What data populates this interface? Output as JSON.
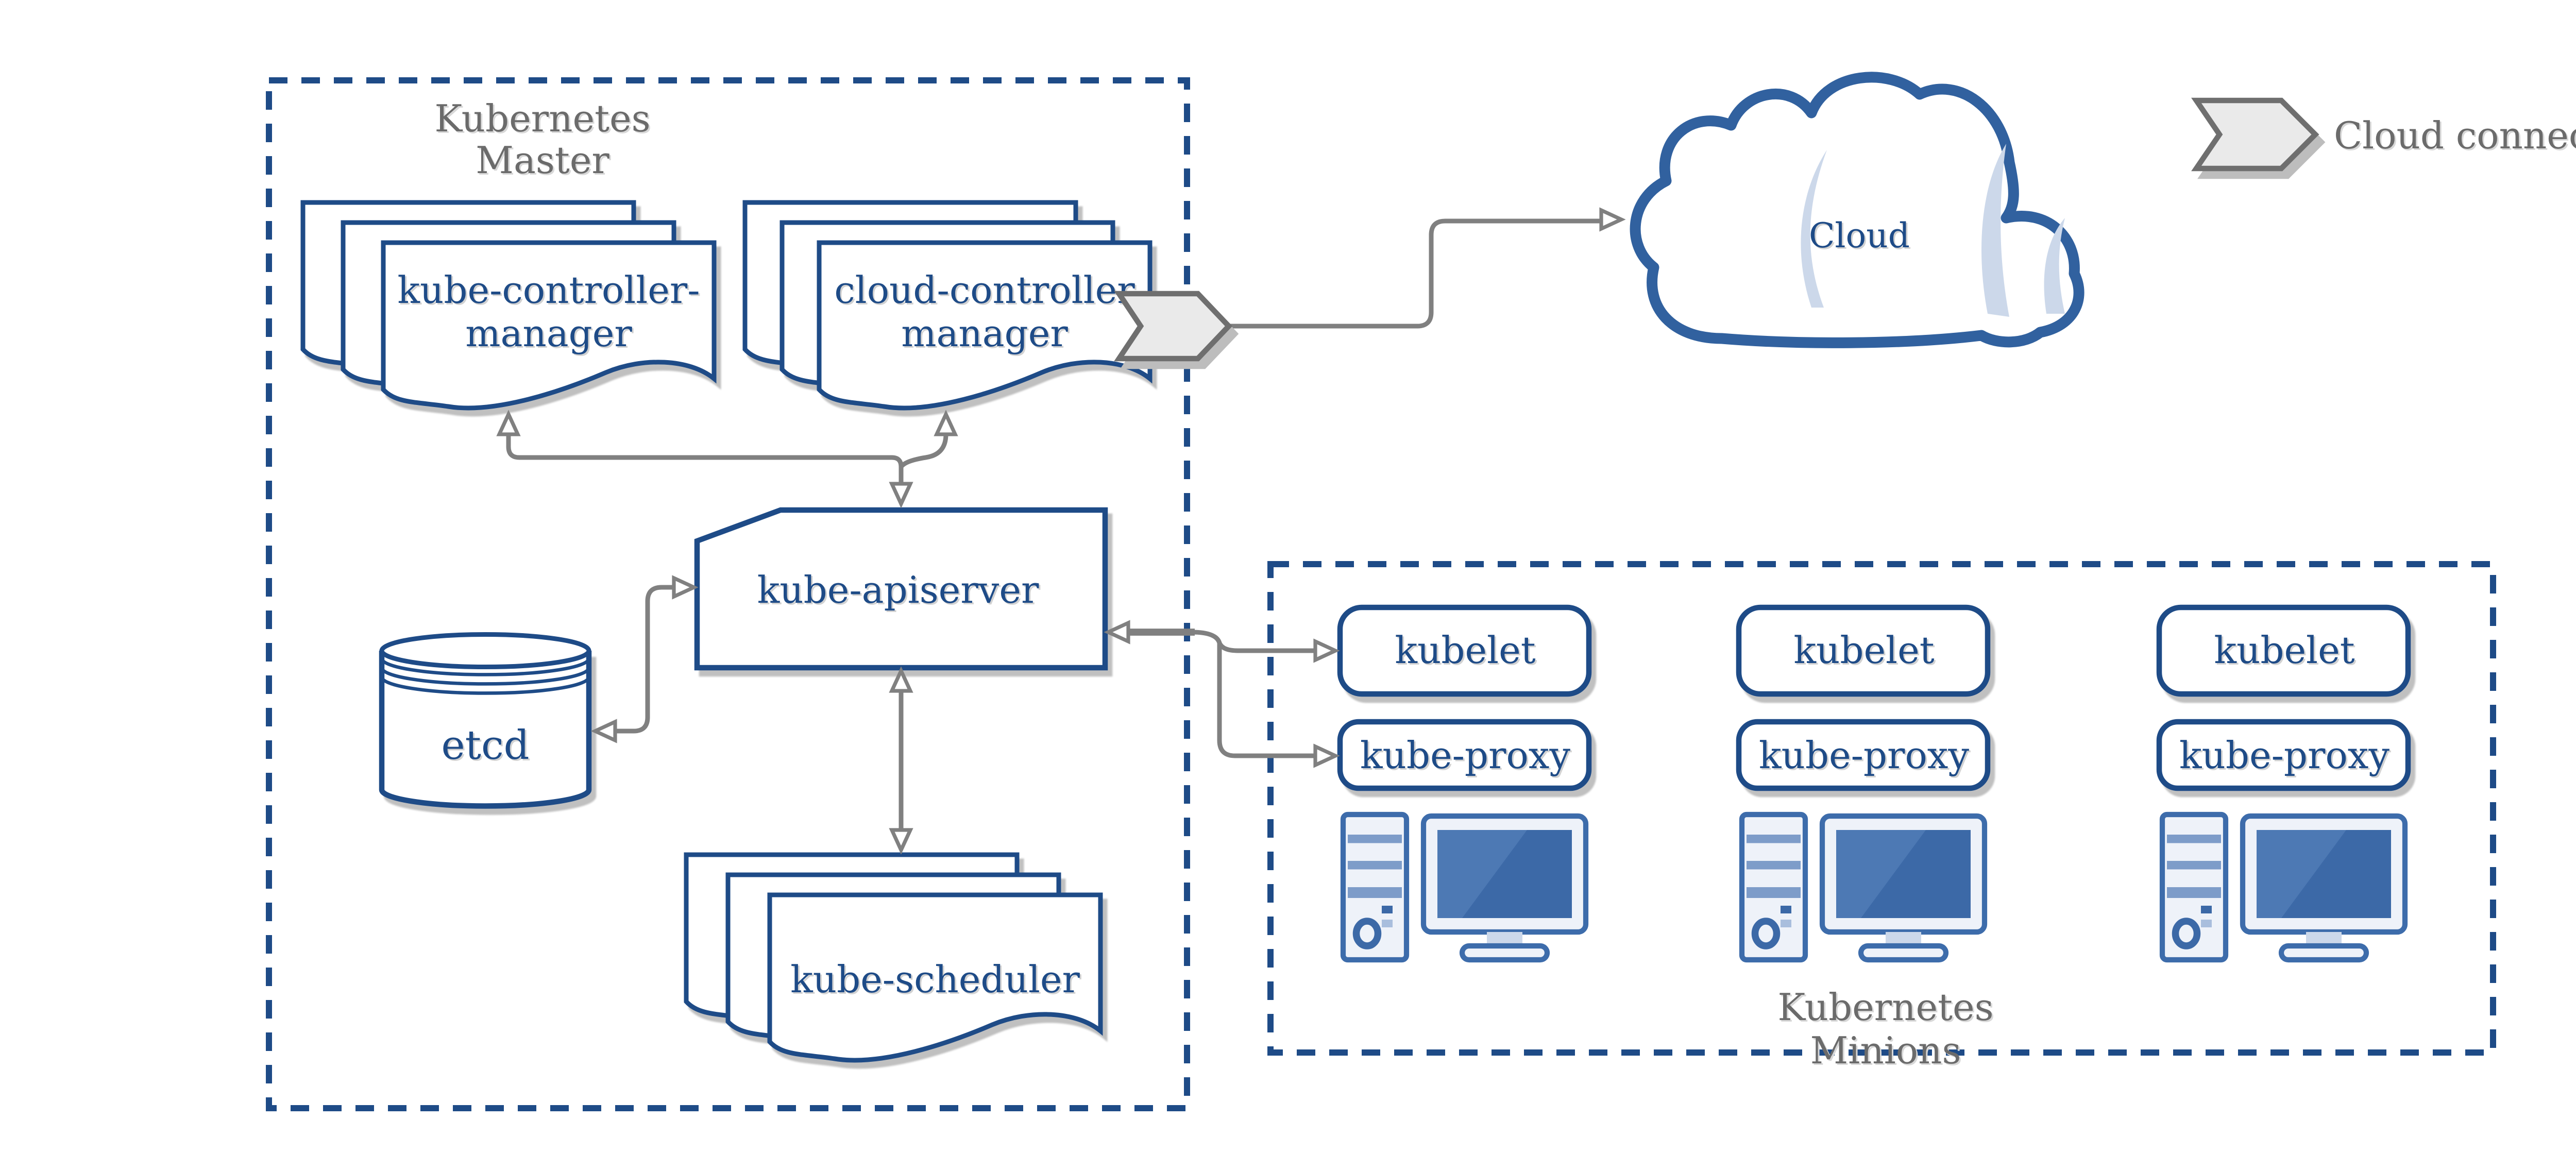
{
  "master": {
    "title_line1": "Kubernetes",
    "title_line2": "Master",
    "kube_controller_manager": {
      "line1": "kube-controller-",
      "line2": "manager"
    },
    "cloud_controller_manager": {
      "line1": "cloud-controller",
      "line2": "manager"
    },
    "kube_apiserver": {
      "label": "kube-apiserver"
    },
    "etcd": {
      "label": "etcd"
    },
    "kube_scheduler": {
      "label": "kube-scheduler"
    }
  },
  "cloud": {
    "label": "Cloud"
  },
  "legend": {
    "label": "Cloud connector"
  },
  "minions": {
    "title_line1": "Kubernetes",
    "title_line2": "Minions",
    "nodes": [
      {
        "kubelet": "kubelet",
        "kube_proxy": "kube-proxy"
      },
      {
        "kubelet": "kubelet",
        "kube_proxy": "kube-proxy"
      },
      {
        "kubelet": "kubelet",
        "kube_proxy": "kube-proxy"
      }
    ]
  },
  "colors": {
    "navy": "#1e4b87",
    "cloud_blue": "#31619f",
    "gray_text": "#6b6b6b",
    "arrow_gray": "#808080",
    "chevron_fill": "#eaeaea",
    "chevron_stroke": "#6f6f6f",
    "shadow": "#c0c0c0",
    "icon_blue": "#3d6cab",
    "screen": "#3c69a7",
    "screen_hi": "#4d79b4",
    "stripe": "#7d9cc9",
    "icon_light": "#eef2f9",
    "accent_light": "#ccd8ea"
  }
}
